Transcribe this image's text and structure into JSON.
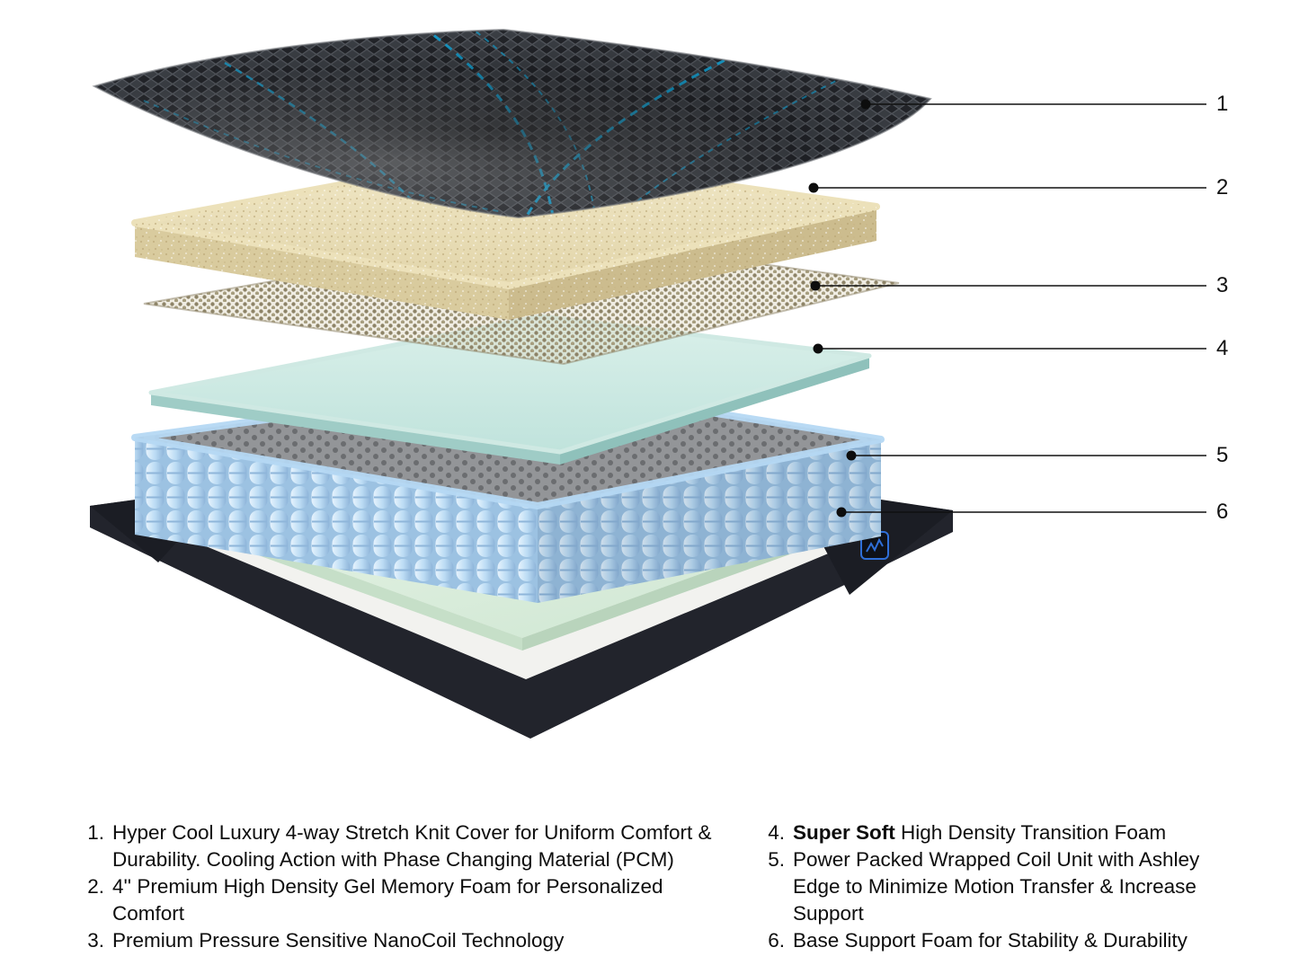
{
  "diagram": {
    "callout_numbers": [
      "1",
      "2",
      "3",
      "4",
      "5",
      "6"
    ],
    "layer_names": [
      "stretch-knit-cover",
      "gel-memory-foam",
      "nanocoil-layer",
      "transition-foam",
      "wrapped-coil-unit",
      "base-support-foam"
    ],
    "logo_icon": "ashley-edge-logo"
  },
  "legend": {
    "left": [
      {
        "num": "1.",
        "text": "Hyper Cool Luxury 4-way Stretch Knit Cover for Uniform Comfort & Durability. Cooling Action with Phase Changing Material (PCM)"
      },
      {
        "num": "2.",
        "text": "4'' Premium High Density Gel Memory Foam for Personalized Comfort"
      },
      {
        "num": "3.",
        "text": "Premium Pressure Sensitive NanoCoil Technology"
      }
    ],
    "right": [
      {
        "num": "4.",
        "bold": "Super Soft",
        "text": " High Density Transition Foam"
      },
      {
        "num": "5.",
        "bold": "",
        "text": "Power Packed Wrapped Coil Unit with Ashley Edge to Minimize Motion Transfer & Increase Support"
      },
      {
        "num": "6.",
        "bold": "",
        "text": "Base Support Foam for Stability & Durability"
      }
    ]
  },
  "colors": {
    "accent_blue": "#17a8d8",
    "foam_tan": "#e9dfb8",
    "foam_teal": "#cfe9e3",
    "coil_blue": "#b9dcf4",
    "base_green": "#d9ecd9",
    "base_dark": "#22242c",
    "callout_line": "#101010"
  }
}
